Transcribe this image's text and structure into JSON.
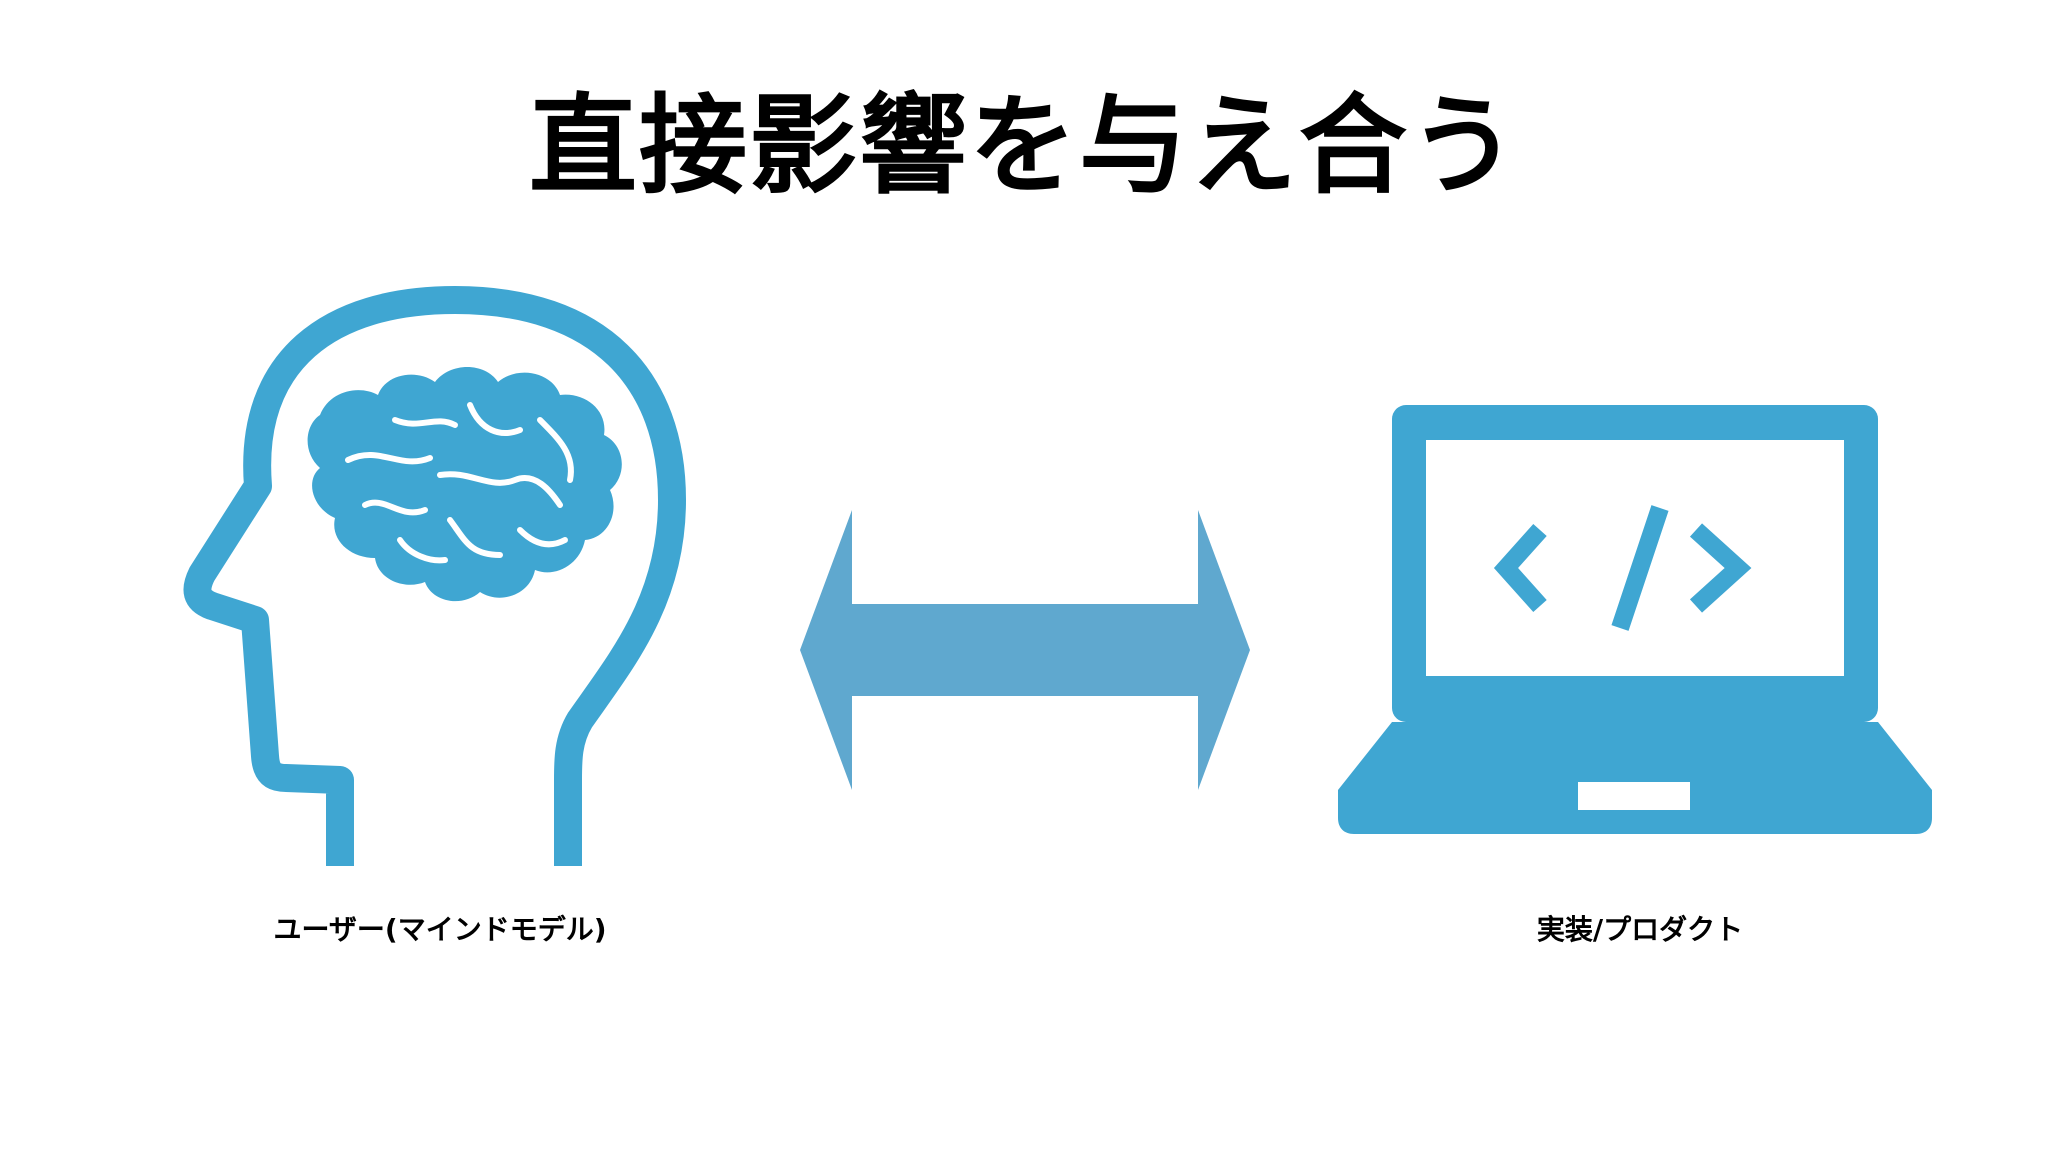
{
  "slide": {
    "title": "直接影響を与え合う",
    "left_caption": "ユーザー(マインドモデル)",
    "right_caption": "実装/プロダクト"
  },
  "icons": {
    "left": "head-with-brain-icon",
    "center": "double-headed-arrow-icon",
    "right": "laptop-code-icon"
  },
  "colors": {
    "icon_blue": "#3fa6d2",
    "arrow_blue": "#5fa8cf",
    "title": "#000000",
    "background": "#ffffff"
  }
}
